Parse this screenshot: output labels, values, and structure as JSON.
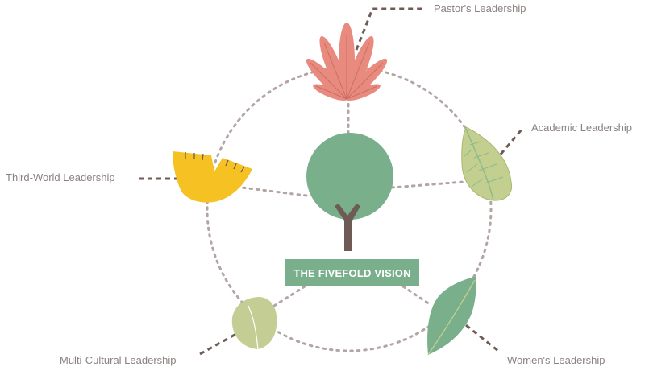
{
  "title": "THE FIVEFOLD VISION",
  "labels": {
    "pastor": "Pastor's Leadership",
    "academic": "Academic Leadership",
    "third_world": "Third-World Leadership",
    "multi_cultural": "Multi-Cultural Leadership",
    "women": "Women's Leadership"
  },
  "colors": {
    "tree_canopy": "#7aaf8c",
    "tree_trunk": "#6e5b55",
    "pastor_leaf": "#e98a7f",
    "academic_leaf": "#c2cf8e",
    "third_world_leaf": "#f6c123",
    "multi_cultural_leaf": "#c4cd93",
    "women_leaf": "#7aaf8c",
    "dotted_line": "#b2a5a3",
    "dashed_line": "#6e5b55",
    "label_text": "#8a8280"
  }
}
